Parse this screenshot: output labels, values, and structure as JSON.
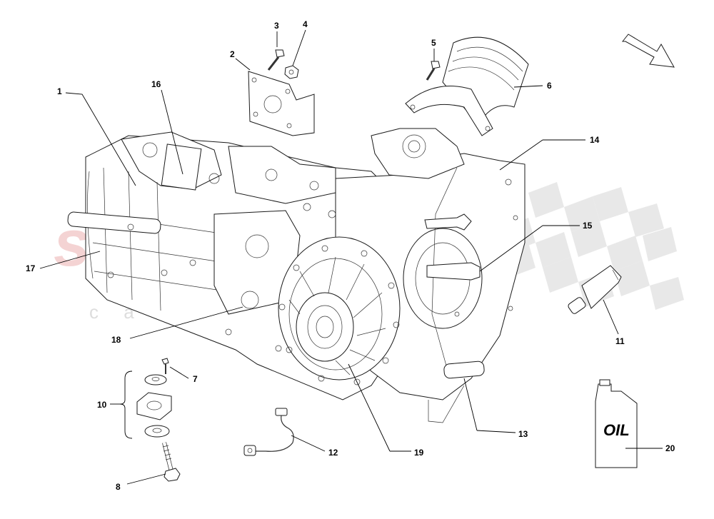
{
  "watermark": {
    "brand": "scuderia",
    "subtext": "c a r p a r t s",
    "brand_color": "#e8a0a0",
    "subtext_color": "#d0d0d0",
    "checker_color": "#d6d6d6"
  },
  "oil_bottle_label": "OIL",
  "direction_arrow": "arrow-icon",
  "callouts": [
    {
      "id": "1",
      "label": "1"
    },
    {
      "id": "2",
      "label": "2"
    },
    {
      "id": "3",
      "label": "3"
    },
    {
      "id": "4",
      "label": "4"
    },
    {
      "id": "5",
      "label": "5"
    },
    {
      "id": "6",
      "label": "6"
    },
    {
      "id": "7",
      "label": "7"
    },
    {
      "id": "8",
      "label": "8"
    },
    {
      "id": "10",
      "label": "10"
    },
    {
      "id": "11",
      "label": "11"
    },
    {
      "id": "12",
      "label": "12"
    },
    {
      "id": "13",
      "label": "13"
    },
    {
      "id": "14",
      "label": "14"
    },
    {
      "id": "15",
      "label": "15"
    },
    {
      "id": "16",
      "label": "16"
    },
    {
      "id": "17",
      "label": "17"
    },
    {
      "id": "18",
      "label": "18"
    },
    {
      "id": "19",
      "label": "19"
    },
    {
      "id": "20",
      "label": "20"
    }
  ]
}
